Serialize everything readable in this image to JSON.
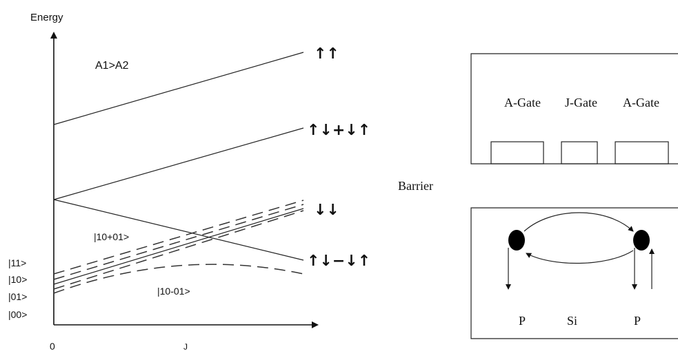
{
  "energy_diagram": {
    "y_axis_label": "Energy",
    "x_origin_label": "0",
    "x_tick_label": "J",
    "condition": "A1>A2",
    "left_state_labels": [
      "|11>",
      "|10>",
      "|01>",
      "|00>"
    ],
    "levels": [
      {
        "name": "up-up",
        "label": "↑↑"
      },
      {
        "name": "triplet-sym",
        "label": "↑↓+↓↑"
      },
      {
        "name": "down-down",
        "label": "↓↓"
      },
      {
        "name": "singlet",
        "label": "↑↓−↓↑"
      }
    ],
    "inner_labels": {
      "sym_combination": "|10+01>",
      "antisym_combination": "|10-01>"
    }
  },
  "device_diagram": {
    "gate_labels": [
      "A-Gate",
      "J-Gate",
      "A-Gate"
    ],
    "barrier_label": "Barrier",
    "donor_labels": [
      "P",
      "P"
    ],
    "substrate_label": "Si"
  }
}
